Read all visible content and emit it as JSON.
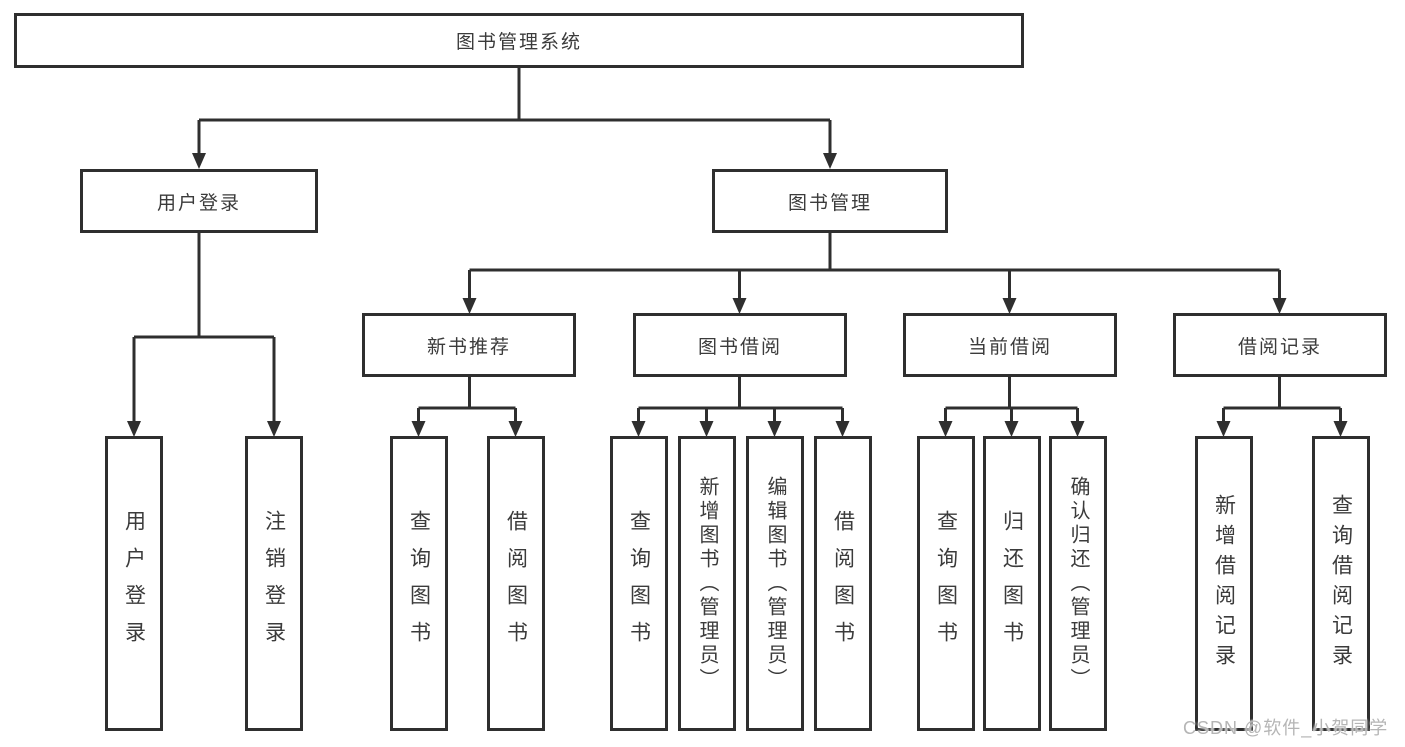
{
  "colors": {
    "line": "#2f2f2f",
    "text": "#3b3b3b",
    "watermark_text": "#b5b5b5",
    "box_background": "#ffffff"
  },
  "tree": {
    "root": "图书管理系统",
    "level2": [
      "用户登录",
      "图书管理"
    ],
    "level3": [
      "新书推荐",
      "图书借阅",
      "当前借阅",
      "借阅记录"
    ],
    "leaves": [
      "用户登录",
      "注销登录",
      "查询图书",
      "借阅图书",
      "查询图书",
      "新增图书（管理员）",
      "编辑图书（管理员）",
      "借阅图书",
      "查询图书",
      "归还图书",
      "确认归还（管理员）",
      "新增借阅记录",
      "查询借阅记录"
    ],
    "hierarchy": {
      "图书管理系统": {
        "用户登录": [
          "用户登录",
          "注销登录"
        ],
        "图书管理": {
          "新书推荐": [
            "查询图书",
            "借阅图书"
          ],
          "图书借阅": [
            "查询图书",
            "新增图书（管理员）",
            "编辑图书（管理员）",
            "借阅图书"
          ],
          "当前借阅": [
            "查询图书",
            "归还图书",
            "确认归还（管理员）"
          ],
          "借阅记录": [
            "新增借阅记录",
            "查询借阅记录"
          ]
        }
      }
    }
  },
  "watermark": "CSDN @软件_小贺同学"
}
